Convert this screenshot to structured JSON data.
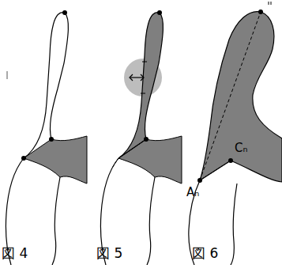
{
  "diagram": {
    "labels": [
      "図 4",
      "図 5",
      "図 6",
      "Cₙ",
      "Aₙ"
    ]
  }
}
